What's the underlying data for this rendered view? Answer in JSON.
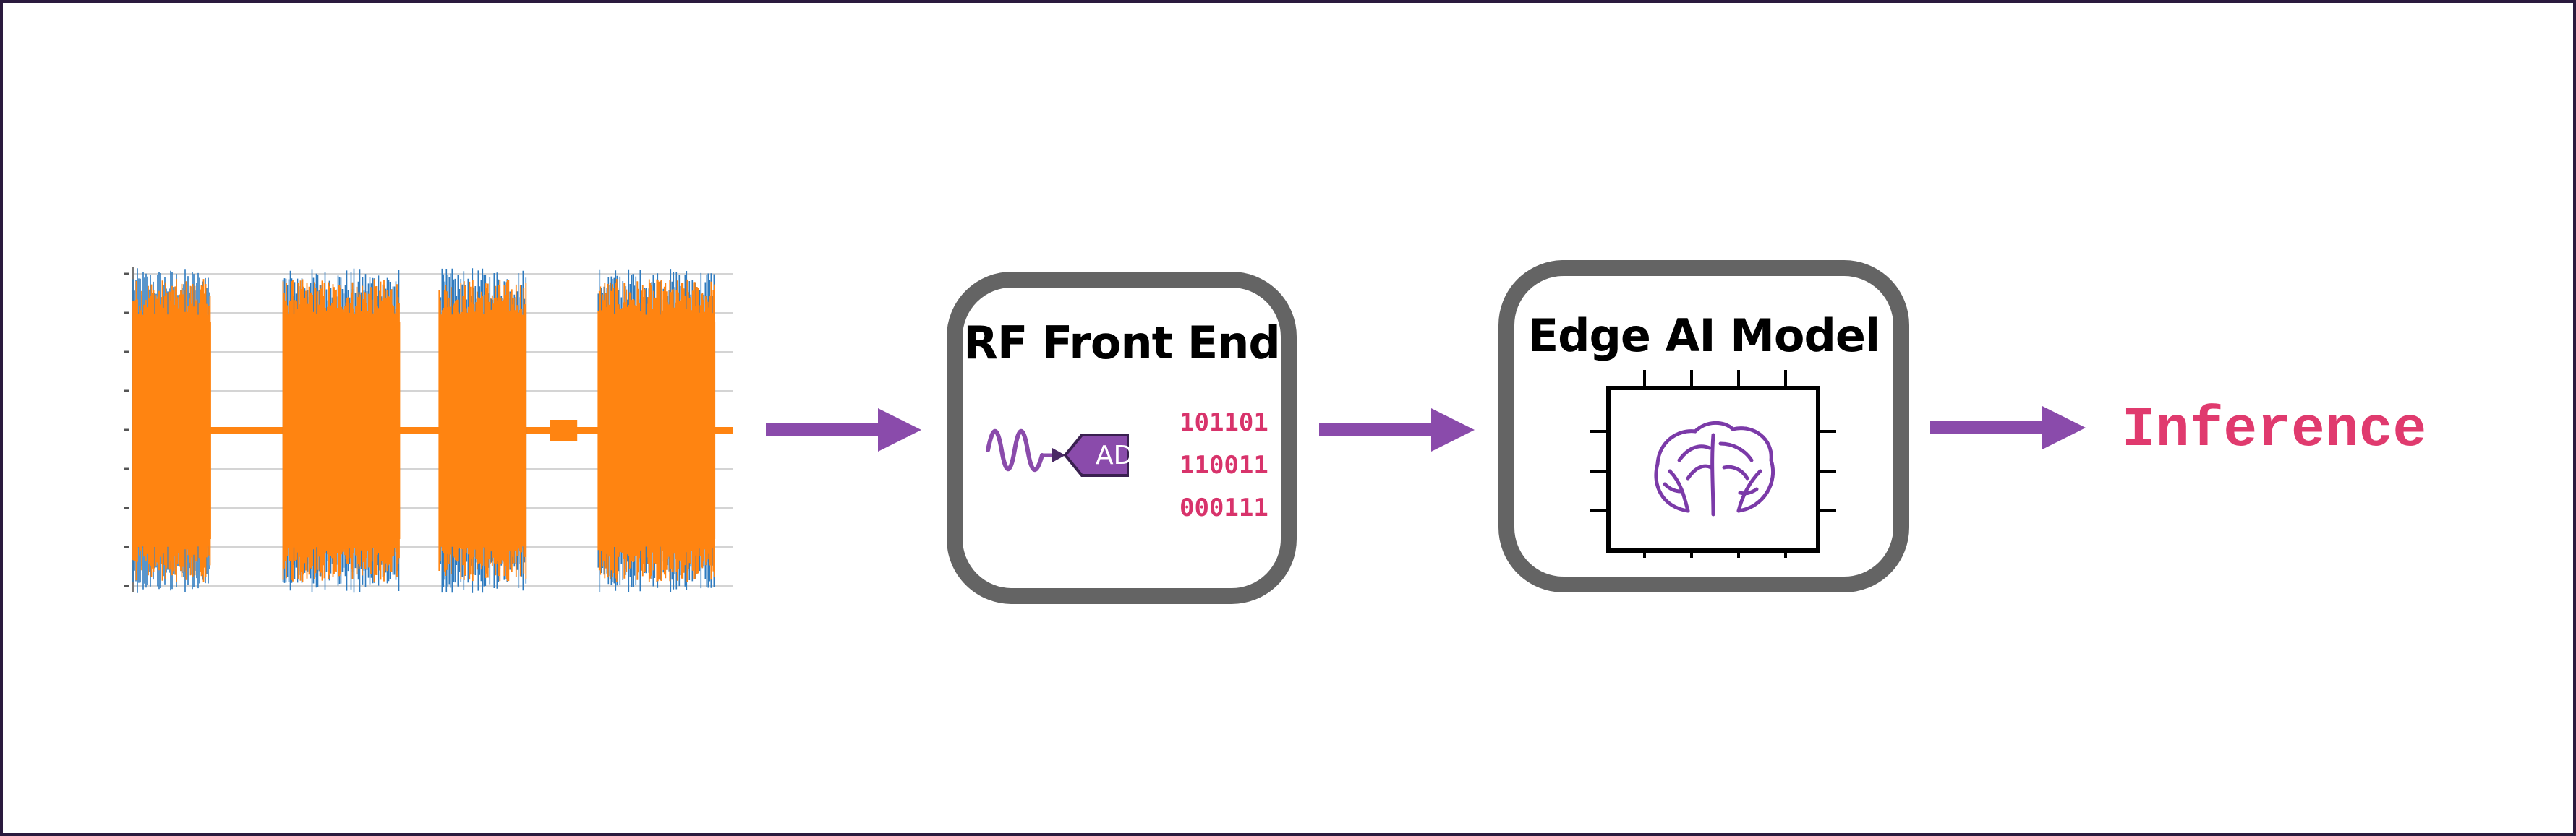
{
  "colors": {
    "arrow": "#8a4bab",
    "signal_orange": "#ff8411",
    "signal_blue": "#2f7bbf",
    "block_border": "#646464",
    "adc_fill": "#8a4bab",
    "bits_text": "#d8336b",
    "inference_text": "#e03a6e",
    "brain": "#7b3aa8"
  },
  "signal": {
    "bursts": [
      {
        "start": 0.0,
        "end": 0.13
      },
      {
        "start": 0.25,
        "end": 0.445
      },
      {
        "start": 0.51,
        "end": 0.655
      },
      {
        "start": 0.775,
        "end": 0.97
      }
    ]
  },
  "rf_block": {
    "title": "RF Front End",
    "adc_label": "ADC",
    "bits": [
      "101101",
      "110011",
      "000111"
    ]
  },
  "ai_block": {
    "title": "Edge AI Model",
    "chip_icon": "chip-brain-icon"
  },
  "output": {
    "label": "Inference"
  }
}
